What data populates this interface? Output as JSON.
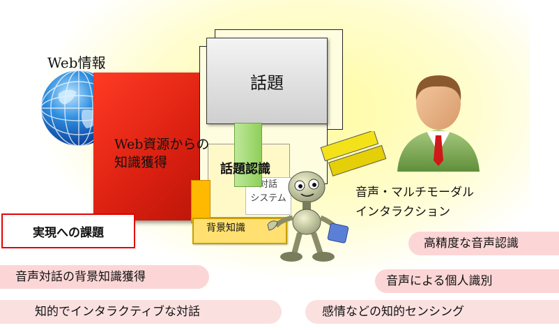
{
  "diagram": {
    "web_info_label": "Web情報",
    "web_acquisition_label_line1": "Web資源からの",
    "web_acquisition_label_line2": "知識獲得",
    "topic_label": "話題",
    "topic_recognition_label": "話題認識",
    "dialogue_system_label_line1": "対話",
    "dialogue_system_label_line2": "システム",
    "background_knowledge_label": "背景知識",
    "speech_multimodal_line1": "音声・マルチモーダル",
    "speech_multimodal_line2": "インタラクション"
  },
  "challenges": {
    "title": "実現への課題",
    "items": [
      "音声対話の背景知識獲得",
      "知的でインタラクティブな対話",
      "高精度な音声認識",
      "音声による個人識別",
      "感情などの知的センシング"
    ]
  },
  "colors": {
    "red_box": "#e0261a",
    "topic_box": "#dcdcdc",
    "green_bar": "#a4dc74",
    "pill": "#fcd6d6",
    "issues_border": "#e30000",
    "background_glow": "#fffca0"
  }
}
